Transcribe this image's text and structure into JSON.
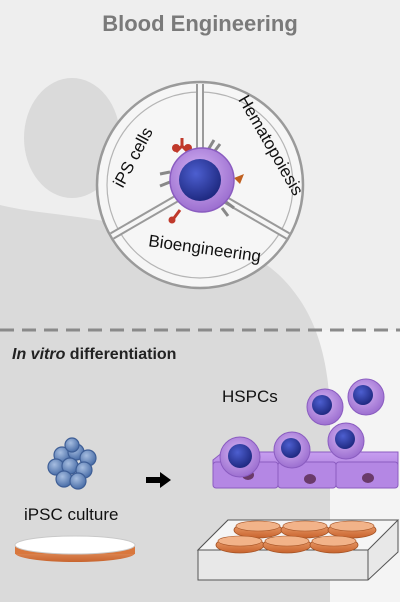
{
  "title": "Blood Engineering",
  "wheel": {
    "segments": [
      "iPS cells",
      "Hematopoiesis",
      "Bioengineering"
    ]
  },
  "section": {
    "label_italic": "In vitro",
    "label_rest": " differentiation"
  },
  "left_panel": {
    "label": "iPSC culture"
  },
  "right_panel": {
    "label": "HSPCs"
  },
  "colors": {
    "background_top": "#ededed",
    "background_bottom": "#f4f4f4",
    "silhouette": "#d9d9d9",
    "divider": "#8a8a8a",
    "cell_purple": "#b78ee0",
    "nucleus_blue": "#2e3d9e",
    "dish_orange": "#e08a55",
    "cluster_blue": "#6e8fbf"
  }
}
